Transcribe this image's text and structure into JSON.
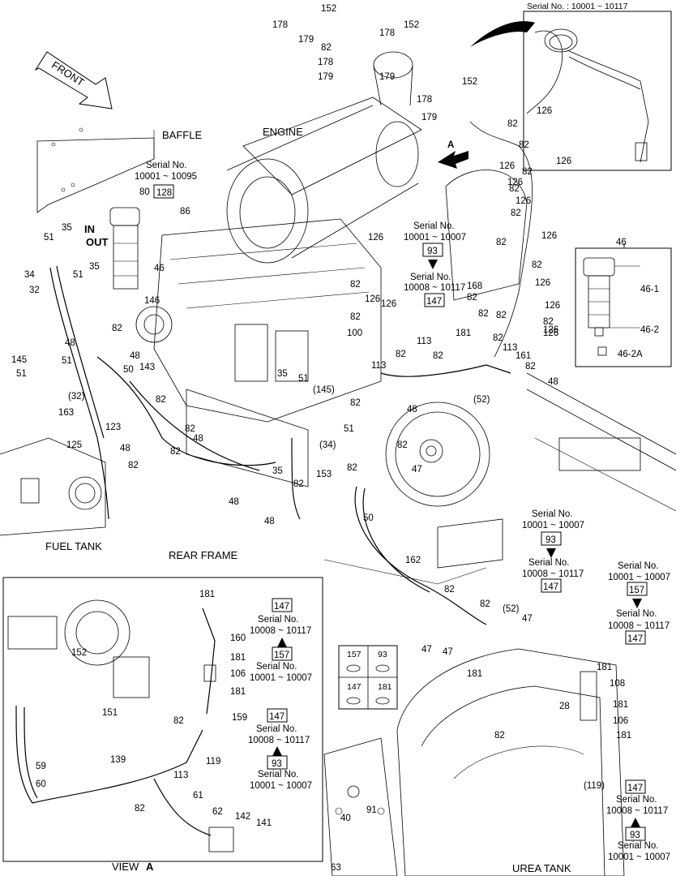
{
  "headings": {
    "front": "FRONT",
    "baffle": "BAFFLE",
    "engine": "ENGINE",
    "arrow_a": "A",
    "in": "IN",
    "out": "OUT",
    "fuel_tank": "FUEL TANK",
    "rear_frame": "REAR FRAME",
    "urea_tank": "UREA TANK",
    "view": "VIEW",
    "view_letter": "A"
  },
  "serial": {
    "label": "Serial No.",
    "inset": "Serial No. : 10001 ~ 10117",
    "r_10001_10095": "10001 ~ 10095",
    "r_10001_10007": "10001 ~ 10007",
    "r_10008_10117": "10008 ~ 10117"
  },
  "boxed_refs": {
    "b128": "128",
    "b93": "93",
    "b147": "147",
    "b157": "157"
  },
  "legend": {
    "cells": [
      "157",
      "93",
      "147",
      "181"
    ]
  },
  "part_labels": [
    {
      "t": "152"
    },
    {
      "t": "178"
    },
    {
      "t": "179"
    },
    {
      "t": "82"
    },
    {
      "t": "178"
    },
    {
      "t": "179"
    },
    {
      "t": "152"
    },
    {
      "t": "178"
    },
    {
      "t": "179"
    },
    {
      "t": "178"
    },
    {
      "t": "179"
    },
    {
      "t": "152"
    },
    {
      "t": "82"
    },
    {
      "t": "126"
    },
    {
      "t": "82"
    },
    {
      "t": "126"
    },
    {
      "t": "126"
    },
    {
      "t": "82"
    },
    {
      "t": "126"
    },
    {
      "t": "82"
    },
    {
      "t": "126"
    },
    {
      "t": "82"
    },
    {
      "t": "126"
    },
    {
      "t": "82"
    },
    {
      "t": "82"
    },
    {
      "t": "126"
    },
    {
      "t": "126"
    },
    {
      "t": "82"
    },
    {
      "t": "126"
    },
    {
      "t": "82"
    },
    {
      "t": "80"
    },
    {
      "t": "86"
    },
    {
      "t": "35"
    },
    {
      "t": "51"
    },
    {
      "t": "35"
    },
    {
      "t": "51"
    },
    {
      "t": "34"
    },
    {
      "t": "32"
    },
    {
      "t": "46"
    },
    {
      "t": "146"
    },
    {
      "t": "82"
    },
    {
      "t": "126"
    },
    {
      "t": "82"
    },
    {
      "t": "126"
    },
    {
      "t": "82"
    },
    {
      "t": "168"
    },
    {
      "t": "82"
    },
    {
      "t": "82"
    },
    {
      "t": "126"
    },
    {
      "t": "82"
    },
    {
      "t": "126"
    },
    {
      "t": "100"
    },
    {
      "t": "113"
    },
    {
      "t": "181"
    },
    {
      "t": "82"
    },
    {
      "t": "113"
    },
    {
      "t": "82"
    },
    {
      "t": "161"
    },
    {
      "t": "82"
    },
    {
      "t": "113"
    },
    {
      "t": "48"
    },
    {
      "t": "48"
    },
    {
      "t": "145"
    },
    {
      "t": "51"
    },
    {
      "t": "51"
    },
    {
      "t": "(32)"
    },
    {
      "t": "163"
    },
    {
      "t": "50"
    },
    {
      "t": "143"
    },
    {
      "t": "82"
    },
    {
      "t": "35"
    },
    {
      "t": "51"
    },
    {
      "t": "(145)"
    },
    {
      "t": "82"
    },
    {
      "t": "(52)"
    },
    {
      "t": "48"
    },
    {
      "t": "48"
    },
    {
      "t": "123"
    },
    {
      "t": "82"
    },
    {
      "t": "48"
    },
    {
      "t": "125"
    },
    {
      "t": "48"
    },
    {
      "t": "82"
    },
    {
      "t": "82"
    },
    {
      "t": "35"
    },
    {
      "t": "51"
    },
    {
      "t": "(34)"
    },
    {
      "t": "82"
    },
    {
      "t": "82"
    },
    {
      "t": "47"
    },
    {
      "t": "48"
    },
    {
      "t": "153"
    },
    {
      "t": "82"
    },
    {
      "t": "48"
    },
    {
      "t": "50"
    },
    {
      "t": "47"
    },
    {
      "t": "162"
    },
    {
      "t": "82"
    },
    {
      "t": "82"
    },
    {
      "t": "(52)"
    },
    {
      "t": "47"
    },
    {
      "t": "181"
    },
    {
      "t": "47"
    },
    {
      "t": "181"
    },
    {
      "t": "108"
    },
    {
      "t": "28"
    },
    {
      "t": "181"
    },
    {
      "t": "106"
    },
    {
      "t": "181"
    },
    {
      "t": "82"
    },
    {
      "t": "(119)"
    },
    {
      "t": "181"
    },
    {
      "t": "152"
    },
    {
      "t": "160"
    },
    {
      "t": "181"
    },
    {
      "t": "106"
    },
    {
      "t": "181"
    },
    {
      "t": "151"
    },
    {
      "t": "82"
    },
    {
      "t": "159"
    },
    {
      "t": "139"
    },
    {
      "t": "119"
    },
    {
      "t": "59"
    },
    {
      "t": "60"
    },
    {
      "t": "113"
    },
    {
      "t": "61"
    },
    {
      "t": "82"
    },
    {
      "t": "62"
    },
    {
      "t": "142"
    },
    {
      "t": "141"
    },
    {
      "t": "40"
    },
    {
      "t": "91"
    },
    {
      "t": "63"
    },
    {
      "t": "46"
    },
    {
      "t": "46-1"
    },
    {
      "t": "46-2"
    },
    {
      "t": "46-2A"
    }
  ]
}
